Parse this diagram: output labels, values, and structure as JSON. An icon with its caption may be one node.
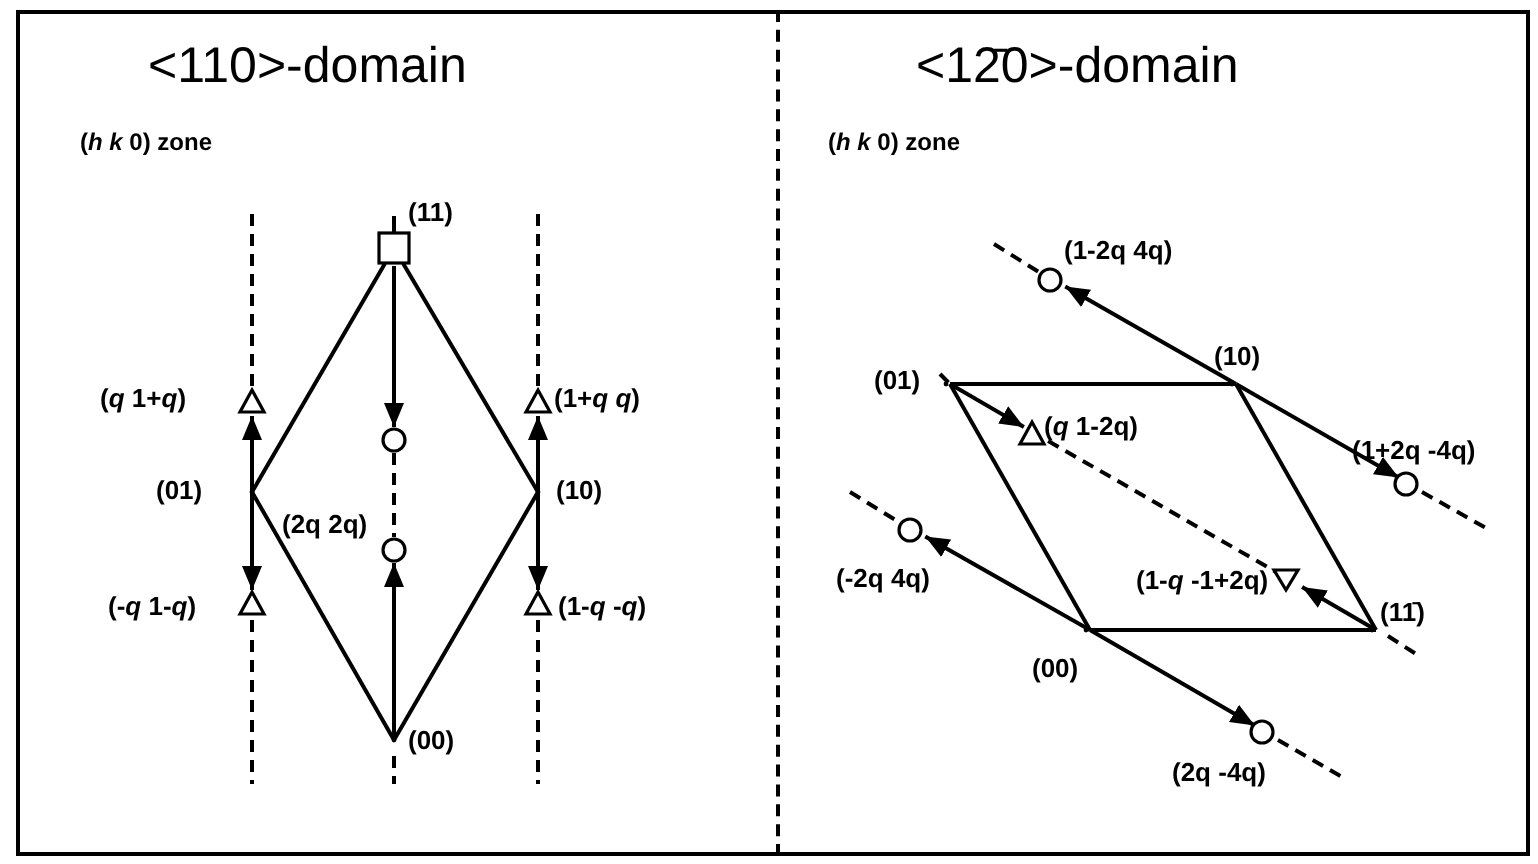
{
  "diagram": {
    "nodes": [
      {
        "text": [
          "<110>-domain",
          "(*h k* 0) zone"
        ]
      },
      {
        "text": [],
        "shape": "box",
        "beside": [
          "(11)"
        ],
        "in": 0
      },
      {
        "text": [],
        "shape": "triangle",
        "beside": [
          "(*q* 1+*q*)"
        ],
        "in": 0
      },
      {
        "text": [],
        "shape": "triangle",
        "beside": [
          "(1+*q q*)"
        ],
        "in": 0
      },
      {
        "text": [],
        "shape": "circle",
        "in": 0
      },
      {
        "text": [],
        "shape": "point",
        "beside": [
          "(01)"
        ],
        "in": 0
      },
      {
        "text": [],
        "shape": "point",
        "beside": [
          "(10)"
        ],
        "in": 0
      },
      {
        "text": [],
        "shape": "circle",
        "beside": [
          "(2q 2q)"
        ],
        "in": 0
      },
      {
        "text": [],
        "shape": "triangle",
        "beside": [
          "(-*q* 1-*q*)"
        ],
        "in": 0
      },
      {
        "text": [],
        "shape": "triangle",
        "beside": [
          "(1-*q* -*q*)"
        ],
        "in": 0
      },
      {
        "text": [],
        "shape": "point",
        "beside": [
          "(00)"
        ],
        "in": 0
      },
      {
        "text": [
          "<12̄0>-domain",
          "(*h k* 0) zone"
        ]
      },
      {
        "text": [],
        "shape": "circle",
        "beside": [
          "(1-2q 4q)"
        ],
        "in": 11
      },
      {
        "text": [],
        "shape": "point",
        "beside": [
          "(10)"
        ],
        "in": 11
      },
      {
        "text": [],
        "shape": "point",
        "beside": [
          "(01)"
        ],
        "in": 11
      },
      {
        "text": [],
        "shape": "triangle",
        "beside": [
          "(*q* 1-2q)"
        ],
        "in": 11
      },
      {
        "text": [],
        "shape": "circle",
        "beside": [
          "(1+2q -4q)"
        ],
        "in": 11
      },
      {
        "text": [],
        "shape": "circle",
        "beside": [
          "(-2q 4q)"
        ],
        "in": 11
      },
      {
        "text": [],
        "shape": "triangle",
        "beside": [
          "(1-*q* -1+2q)"
        ],
        "in": 11
      },
      {
        "text": [],
        "shape": "point",
        "beside": [
          "(11̄)"
        ],
        "in": 11
      },
      {
        "text": [],
        "shape": "point",
        "beside": [
          "(00)"
        ],
        "in": 11
      },
      {
        "text": [],
        "shape": "circle",
        "beside": [
          "(2q -4q)"
        ],
        "in": 11
      }
    ],
    "edges": [
      {
        "from": 1,
        "to": 5,
        "arrow": "none"
      },
      {
        "from": 1,
        "to": 6,
        "arrow": "none"
      },
      {
        "from": 5,
        "to": 10,
        "arrow": "none"
      },
      {
        "from": 6,
        "to": 10,
        "arrow": "none"
      },
      {
        "from": 1,
        "to": 4,
        "arrow": "to"
      },
      {
        "from": 10,
        "to": 7,
        "arrow": "to"
      },
      {
        "from": 4,
        "to": 7,
        "arrow": "none",
        "style": "dashed"
      },
      {
        "from": 5,
        "to": 2,
        "arrow": "to"
      },
      {
        "from": 5,
        "to": 8,
        "arrow": "to"
      },
      {
        "from": 6,
        "to": 3,
        "arrow": "to"
      },
      {
        "from": 6,
        "to": 9,
        "arrow": "to"
      },
      {
        "from": 14,
        "to": 13,
        "arrow": "none"
      },
      {
        "from": 13,
        "to": 19,
        "arrow": "none"
      },
      {
        "from": 19,
        "to": 20,
        "arrow": "none"
      },
      {
        "from": 20,
        "to": 14,
        "arrow": "none"
      },
      {
        "from": 13,
        "to": 12,
        "arrow": "to"
      },
      {
        "from": 13,
        "to": 16,
        "arrow": "to"
      },
      {
        "from": 14,
        "to": 15,
        "arrow": "to"
      },
      {
        "from": 15,
        "to": 18,
        "arrow": "none",
        "style": "dashed"
      },
      {
        "from": 19,
        "to": 18,
        "arrow": "to"
      },
      {
        "from": 20,
        "to": 17,
        "arrow": "to"
      },
      {
        "from": 20,
        "to": 21,
        "arrow": "to"
      }
    ]
  }
}
